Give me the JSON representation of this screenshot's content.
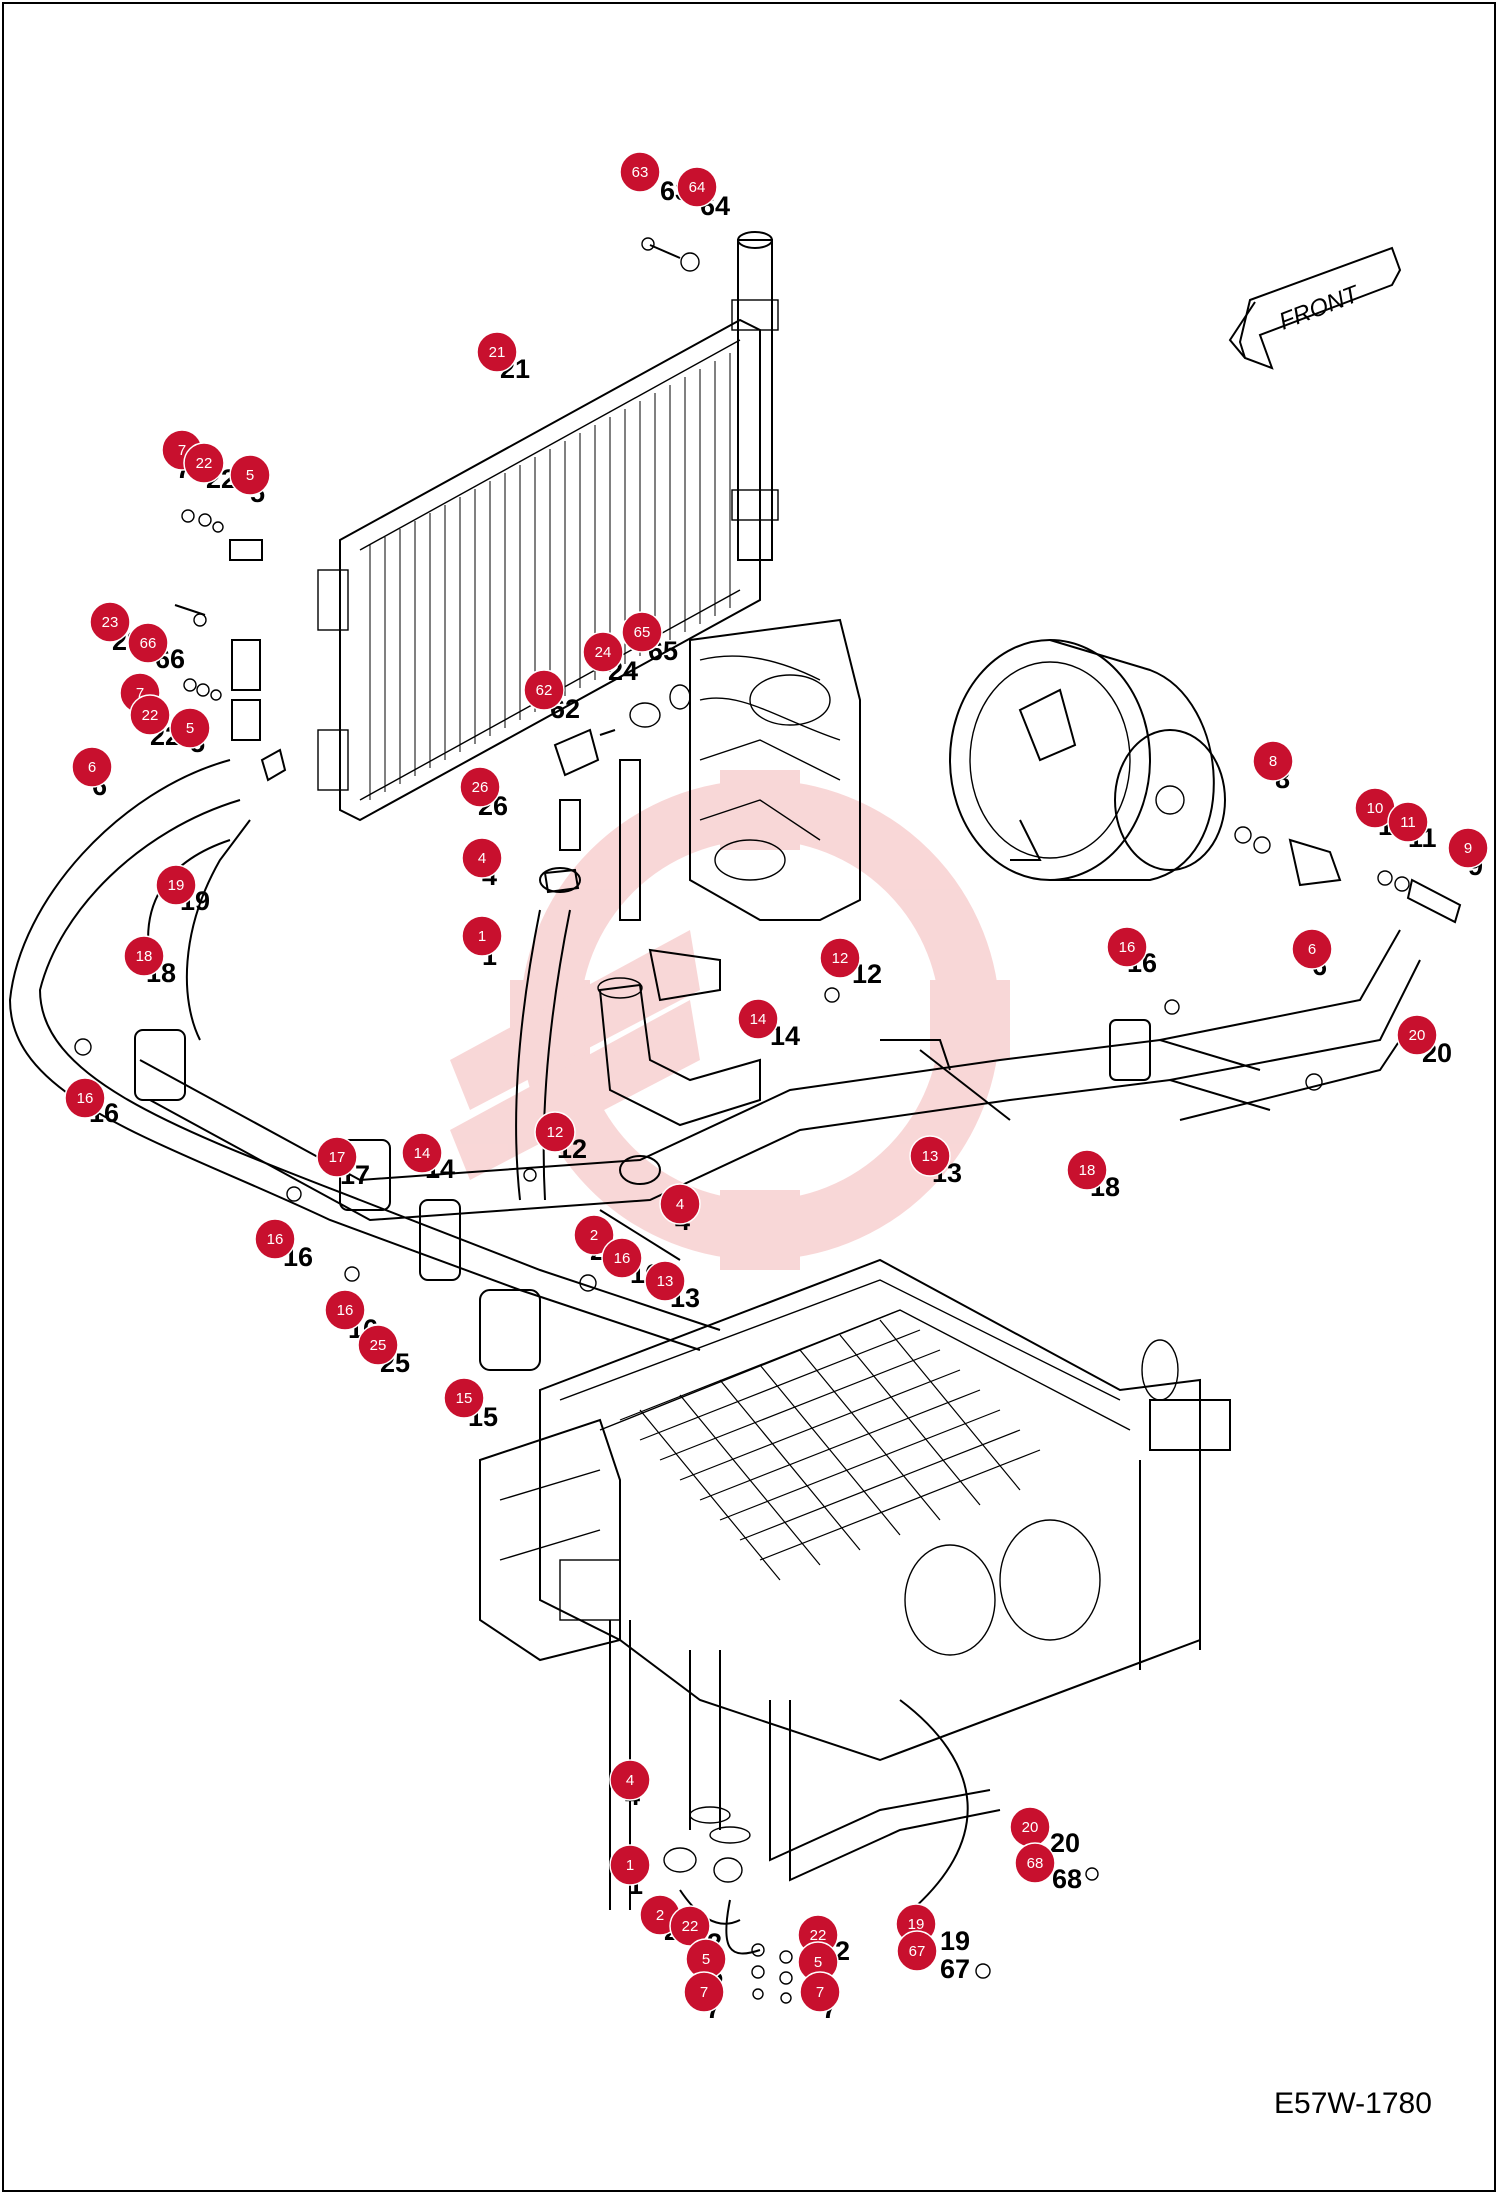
{
  "diagram": {
    "drawing_code": "E57W-1780",
    "orientation_label": "FRONT",
    "colors": {
      "callout": "#c8102e",
      "watermark": "#f4b7b7",
      "outline": "#000000"
    },
    "callouts": [
      {
        "id": "c1",
        "badge": "63",
        "label": "63"
      },
      {
        "id": "c2",
        "badge": "64",
        "label": "64"
      },
      {
        "id": "c3",
        "badge": "21",
        "label": "21"
      },
      {
        "id": "c4",
        "badge": "7",
        "label": "7"
      },
      {
        "id": "c5",
        "badge": "22",
        "label": "22"
      },
      {
        "id": "c6",
        "badge": "5",
        "label": "5"
      },
      {
        "id": "c7",
        "badge": "23",
        "label": "23"
      },
      {
        "id": "c8",
        "badge": "66",
        "label": "66"
      },
      {
        "id": "c9",
        "badge": "7",
        "label": "7"
      },
      {
        "id": "c10",
        "badge": "22",
        "label": "22"
      },
      {
        "id": "c11",
        "badge": "5",
        "label": "5"
      },
      {
        "id": "c12",
        "badge": "24",
        "label": "24"
      },
      {
        "id": "c13",
        "badge": "65",
        "label": "65"
      },
      {
        "id": "c14",
        "badge": "62",
        "label": "62"
      },
      {
        "id": "c15",
        "badge": "26",
        "label": "26"
      },
      {
        "id": "c16",
        "badge": "6",
        "label": "6"
      },
      {
        "id": "c17",
        "badge": "19",
        "label": "19"
      },
      {
        "id": "c18",
        "badge": "4",
        "label": "4"
      },
      {
        "id": "c19",
        "badge": "1",
        "label": "1"
      },
      {
        "id": "c20",
        "badge": "8",
        "label": "8"
      },
      {
        "id": "c21",
        "badge": "10",
        "label": "10"
      },
      {
        "id": "c22",
        "badge": "11",
        "label": "11"
      },
      {
        "id": "c23",
        "badge": "9",
        "label": "9"
      },
      {
        "id": "c24",
        "badge": "16",
        "label": "16"
      },
      {
        "id": "c25",
        "badge": "6",
        "label": "6"
      },
      {
        "id": "c26",
        "badge": "12",
        "label": "12"
      },
      {
        "id": "c27",
        "badge": "14",
        "label": "14"
      },
      {
        "id": "c28",
        "badge": "18",
        "label": "18"
      },
      {
        "id": "c29",
        "badge": "16",
        "label": "16"
      },
      {
        "id": "c30",
        "badge": "20",
        "label": "20"
      },
      {
        "id": "c31",
        "badge": "18",
        "label": "18"
      },
      {
        "id": "c32",
        "badge": "12",
        "label": "12"
      },
      {
        "id": "c33",
        "badge": "13",
        "label": "13"
      },
      {
        "id": "c34",
        "badge": "17",
        "label": "17"
      },
      {
        "id": "c35",
        "badge": "14",
        "label": "14"
      },
      {
        "id": "c36",
        "badge": "4",
        "label": "4"
      },
      {
        "id": "c37",
        "badge": "16",
        "label": "16"
      },
      {
        "id": "c38",
        "badge": "2",
        "label": "2"
      },
      {
        "id": "c39",
        "badge": "16",
        "label": "16"
      },
      {
        "id": "c40",
        "badge": "13",
        "label": "13"
      },
      {
        "id": "c41",
        "badge": "16",
        "label": "16"
      },
      {
        "id": "c42",
        "badge": "25",
        "label": "25"
      },
      {
        "id": "c43",
        "badge": "15",
        "label": "15"
      },
      {
        "id": "c44",
        "badge": "4",
        "label": "4"
      },
      {
        "id": "c45",
        "badge": "1",
        "label": "1"
      },
      {
        "id": "c46",
        "badge": "2",
        "label": "2"
      },
      {
        "id": "c47",
        "badge": "22",
        "label": "22"
      },
      {
        "id": "c48",
        "badge": "5",
        "label": "5"
      },
      {
        "id": "c49",
        "badge": "7",
        "label": "7"
      },
      {
        "id": "c50",
        "badge": "22",
        "label": "22"
      },
      {
        "id": "c51",
        "badge": "5",
        "label": "5"
      },
      {
        "id": "c52",
        "badge": "7",
        "label": "7"
      },
      {
        "id": "c53",
        "badge": "19",
        "label": "19"
      },
      {
        "id": "c54",
        "badge": "67",
        "label": "67"
      },
      {
        "id": "c55",
        "badge": "20",
        "label": "20"
      },
      {
        "id": "c56",
        "badge": "68",
        "label": "68"
      }
    ]
  }
}
